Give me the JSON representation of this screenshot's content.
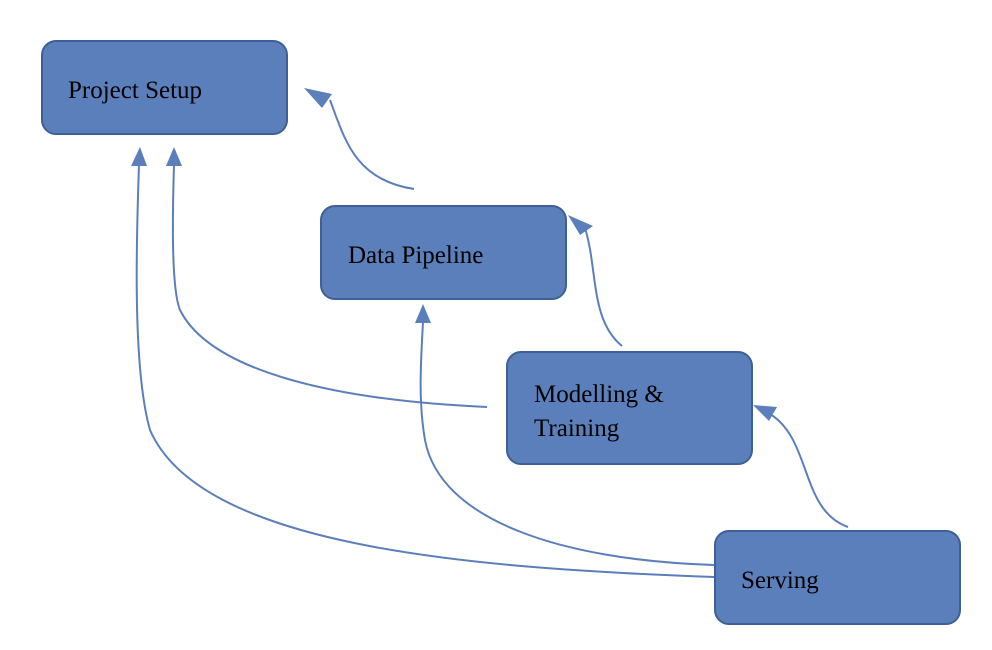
{
  "nodes": {
    "project_setup": {
      "label": "Project Setup"
    },
    "data_pipeline": {
      "label": "Data Pipeline"
    },
    "modelling_training": {
      "label_line1": "Modelling &",
      "label_line2": "Training"
    },
    "serving": {
      "label": "Serving"
    }
  },
  "edges": [
    {
      "from": "Data Pipeline",
      "to": "Project Setup"
    },
    {
      "from": "Modelling & Training",
      "to": "Data Pipeline"
    },
    {
      "from": "Serving",
      "to": "Modelling & Training"
    },
    {
      "from": "Modelling & Training",
      "to": "Project Setup"
    },
    {
      "from": "Serving",
      "to": "Project Setup"
    },
    {
      "from": "Serving",
      "to": "Data Pipeline"
    }
  ],
  "colors": {
    "box_fill": "#5b7fba",
    "box_stroke": "#3e5f97",
    "arrow": "#5b7fba"
  }
}
